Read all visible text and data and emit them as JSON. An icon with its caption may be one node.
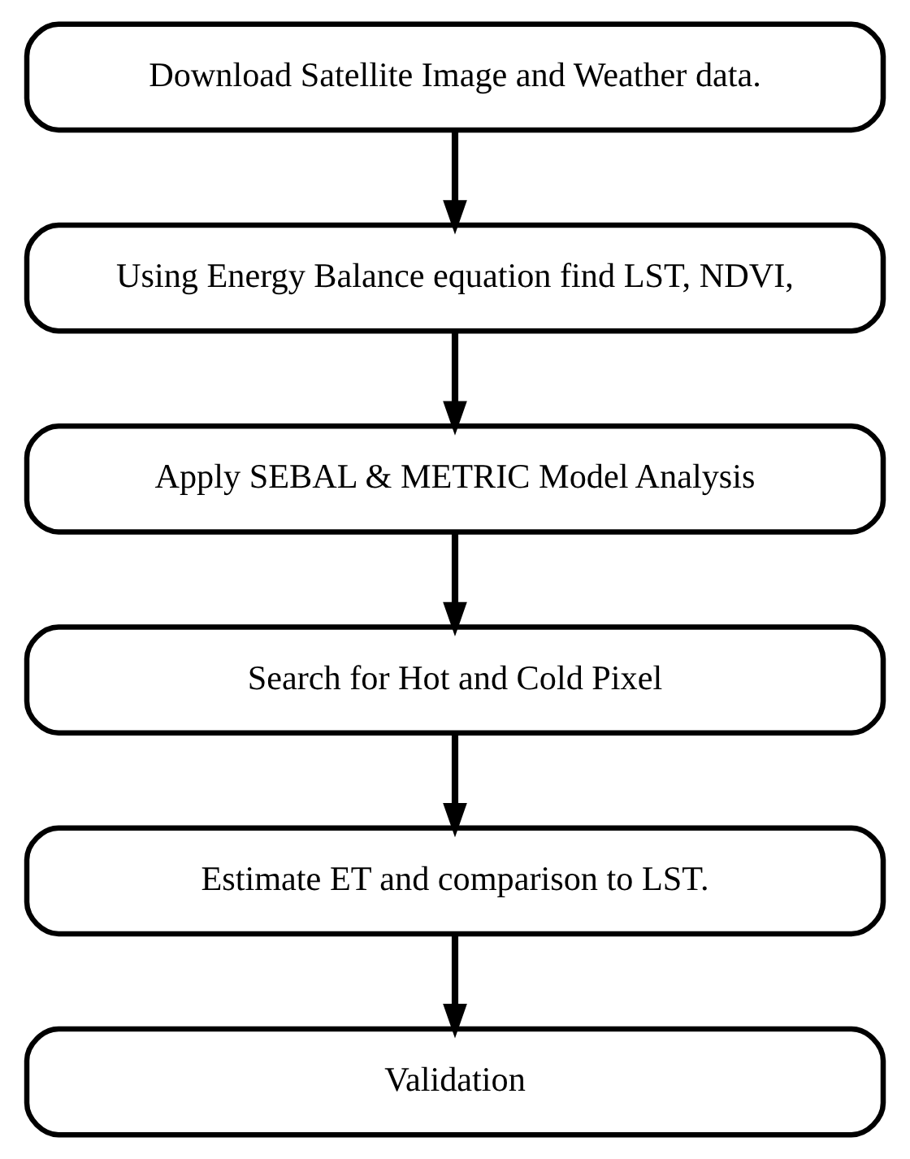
{
  "diagram": {
    "nodes": [
      {
        "text": [
          "Download Satellite Image and Weather data."
        ]
      },
      {
        "text": [
          "Using Energy Balance equation find LST, NDVI,"
        ]
      },
      {
        "text": [
          "Apply SEBAL & METRIC Model Analysis"
        ]
      },
      {
        "text": [
          "Search for Hot and Cold Pixel"
        ]
      },
      {
        "text": [
          "Estimate ET and comparison to LST."
        ]
      },
      {
        "text": [
          "Validation"
        ]
      }
    ],
    "edges": [
      {
        "from": 0,
        "to": 1,
        "arrow": "to"
      },
      {
        "from": 1,
        "to": 2,
        "arrow": "to"
      },
      {
        "from": 2,
        "to": 3,
        "arrow": "to"
      },
      {
        "from": 3,
        "to": 4,
        "arrow": "to"
      },
      {
        "from": 4,
        "to": 5,
        "arrow": "to"
      }
    ]
  }
}
